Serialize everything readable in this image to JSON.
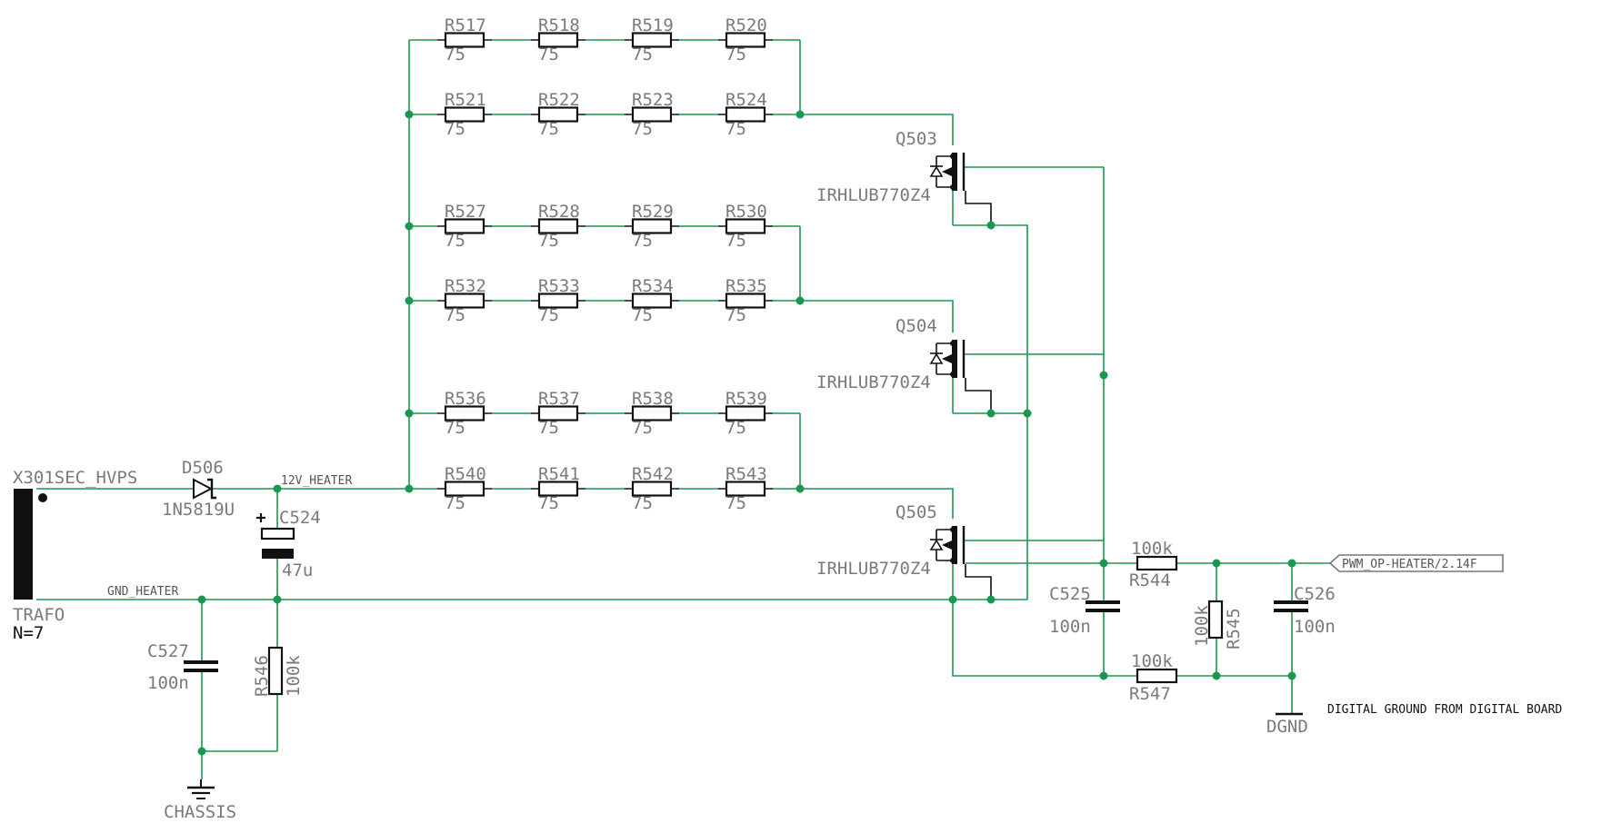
{
  "resistor_rows": [
    {
      "names": [
        "R517",
        "R518",
        "R519",
        "R520"
      ],
      "value": "75"
    },
    {
      "names": [
        "R521",
        "R522",
        "R523",
        "R524"
      ],
      "value": "75"
    },
    {
      "names": [
        "R527",
        "R528",
        "R529",
        "R530"
      ],
      "value": "75"
    },
    {
      "names": [
        "R532",
        "R533",
        "R534",
        "R535"
      ],
      "value": "75"
    },
    {
      "names": [
        "R536",
        "R537",
        "R538",
        "R539"
      ],
      "value": "75"
    },
    {
      "names": [
        "R540",
        "R541",
        "R542",
        "R543"
      ],
      "value": "75"
    }
  ],
  "mosfets": [
    {
      "name": "Q503",
      "part": "IRHLUB770Z4"
    },
    {
      "name": "Q504",
      "part": "IRHLUB770Z4"
    },
    {
      "name": "Q505",
      "part": "IRHLUB770Z4"
    }
  ],
  "transformer": {
    "name": "X301SEC_HVPS",
    "label": "TRAFO",
    "ratio": "N=7"
  },
  "diode": {
    "name": "D506",
    "part": "1N5819U"
  },
  "nets": {
    "heater": "12V_HEATER",
    "gnd_heater": "GND_HEATER"
  },
  "c524": {
    "name": "C524",
    "value": "47u"
  },
  "c527": {
    "name": "C527",
    "value": "100n"
  },
  "r546": {
    "name": "R546",
    "value": "100k"
  },
  "chassis": "CHASSIS",
  "c525": {
    "name": "C525",
    "value": "100n"
  },
  "r544": {
    "name": "R544",
    "value": "100k"
  },
  "r545": {
    "name": "R545",
    "value": "100k"
  },
  "r547": {
    "name": "R547",
    "value": "100k"
  },
  "c526": {
    "name": "C526",
    "value": "100n"
  },
  "pwm_port": "PWM_OP-HEATER/2.14F",
  "dgnd": "DGND",
  "note": "DIGITAL GROUND FROM DIGITAL BOARD"
}
